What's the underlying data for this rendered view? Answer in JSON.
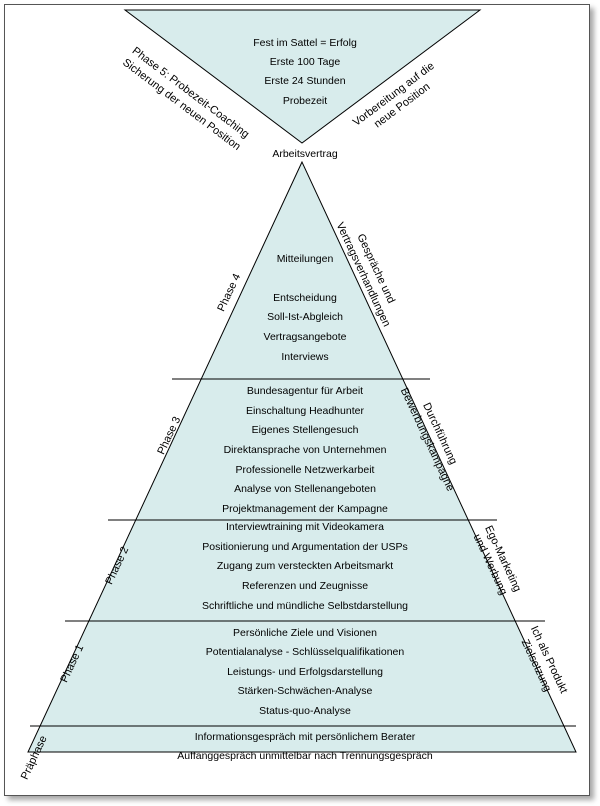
{
  "top_triangle": {
    "items": [
      "Fest im Sattel = Erfolg",
      "Erste 100 Tage",
      "Erste 24 Stunden",
      "Probezeit"
    ],
    "left_label": [
      "Phase 5: Probezeit-Coaching",
      "Sicherung der neuen Position"
    ],
    "right_label": [
      "Vorbereitung auf die",
      "neue Position"
    ]
  },
  "apex_label": "Arbeitsvertrag",
  "phase4": {
    "label": "Phase 4",
    "items": [
      "Mitteilungen",
      "Entscheidung",
      "Soll-Ist-Abgleich",
      "Vertragsangebote",
      "Interviews"
    ],
    "side_label": [
      "Gespräche und",
      "Vertragsverhandlungen"
    ]
  },
  "phase3": {
    "label": "Phase 3",
    "items": [
      "Bundesagentur für Arbeit",
      "Einschaltung Headhunter",
      "Eigenes Stellengesuch",
      "Direktansprache von Unternehmen",
      "Professionelle Netzwerkarbeit",
      "Analyse von Stellenangeboten",
      "Projektmanagement der Kampagne"
    ],
    "side_label": [
      "Durchführung",
      "Bewerbungskampagne"
    ]
  },
  "phase2": {
    "label": "Phase 2",
    "items": [
      "Interviewtraining mit Videokamera",
      "Positionierung und Argumentation der USPs",
      "Zugang zum versteckten Arbeitsmarkt",
      "Referenzen und Zeugnisse",
      "Schriftliche und mündliche Selbstdarstellung"
    ],
    "side_label": [
      "Ego-Marketing",
      "und Werbung"
    ]
  },
  "phase1": {
    "label": "Phase 1",
    "items": [
      "Persönliche Ziele und Visionen",
      "Potentialanalyse - Schlüsselqualifikationen",
      "Leistungs- und Erfolgsdarstellung",
      "Stärken-Schwächen-Analyse",
      "Status-quo-Analyse"
    ],
    "side_label": [
      "Ich als Produkt",
      "Zielsetzung"
    ]
  },
  "prephase": {
    "label": "Präphase",
    "items": [
      "Informationsgespräch mit persönlichem Berater",
      "Auffanggespräch unmittelbar nach Trennungsgespräch"
    ]
  },
  "colors": {
    "fill": "#d8ecec",
    "stroke": "#000000"
  }
}
